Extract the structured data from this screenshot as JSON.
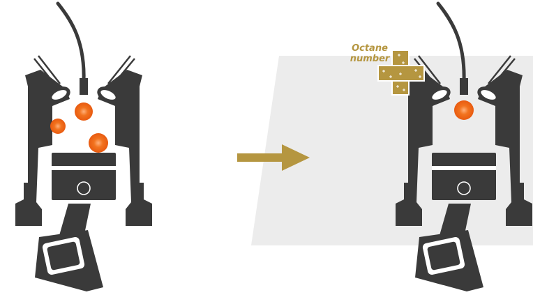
{
  "label": {
    "line1": "Octane",
    "line2": "number"
  },
  "colors": {
    "engine": "#3a3a3a",
    "spark": "#f2731f",
    "accent_gold": "#b59640",
    "panel": "#ececec",
    "background": "#ffffff"
  },
  "diagram": {
    "left_engine": "engine-knocking-multiple-ignition-points",
    "arrow": "arrow-right-icon",
    "right_engine": "engine-normal-single-ignition",
    "additive_icon": "octane-plus-icon"
  }
}
